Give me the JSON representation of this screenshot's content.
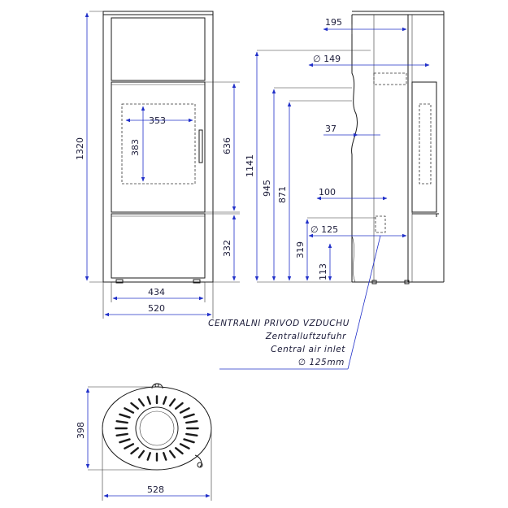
{
  "front_view": {
    "height_total": "1320",
    "width_inner": "434",
    "width_total": "520",
    "window_width": "353",
    "window_height": "383",
    "door_height": "636",
    "bottom_height": "332"
  },
  "side_view": {
    "top_offset": "195",
    "flue_diameter": "∅ 149",
    "flue_height": "1141",
    "height_945": "945",
    "height_871": "871",
    "offset_37": "37",
    "offset_100": "100",
    "inlet_diameter": "∅ 125",
    "height_319": "319",
    "height_113": "113"
  },
  "note": {
    "line1": "CENTRALNI PRIVOD VZDUCHU",
    "line2": "Zentralluftzufuhr",
    "line3": "Central air inlet",
    "line4": "∅ 125mm"
  },
  "top_view": {
    "depth": "398",
    "width": "528"
  }
}
